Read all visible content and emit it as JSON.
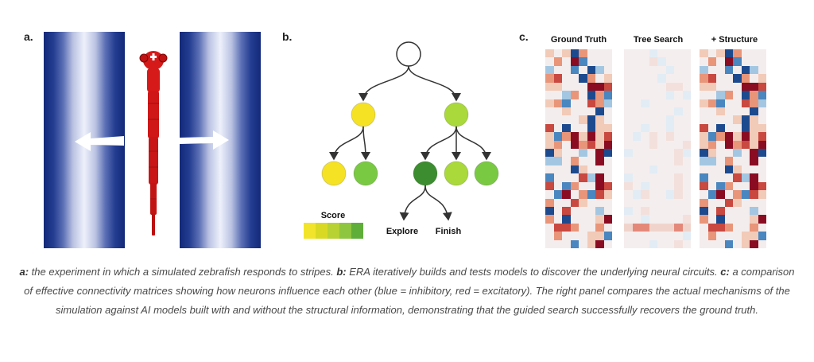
{
  "panels": {
    "a_label": "a.",
    "b_label": "b.",
    "c_label": "c."
  },
  "tree": {
    "score_label": "Score",
    "explore_label": "Explore",
    "finish_label": "Finish",
    "colors": {
      "root": "#ffffff",
      "yellow": "#f5e225",
      "light_green": "#a9d93a",
      "mid_green": "#7ac943",
      "dark_green": "#3c8d2f",
      "edge": "#333333"
    },
    "score_scale": [
      "#f2e42a",
      "#d9d923",
      "#b8d233",
      "#8fc63f",
      "#5fae3a"
    ]
  },
  "matrices": {
    "titles": [
      "Ground Truth",
      "Tree Search",
      "+ Structure"
    ]
  },
  "caption": {
    "a_label": "a:",
    "a_text": " the experiment in which a simulated zebrafish responds to stripes. ",
    "b_label": "b:",
    "b_text": " ERA iteratively builds and tests models to discover the underlying neural circuits. ",
    "c_label": "c:",
    "c_text": " a comparison of effective connectivity matrices showing how neurons influence each other (blue = inhibitory, red = excitatory). The right panel compares the actual mechanisms of the simulation against AI models built with and without the structural information, demonstrating that the guided search successfully recovers the ground truth."
  }
}
